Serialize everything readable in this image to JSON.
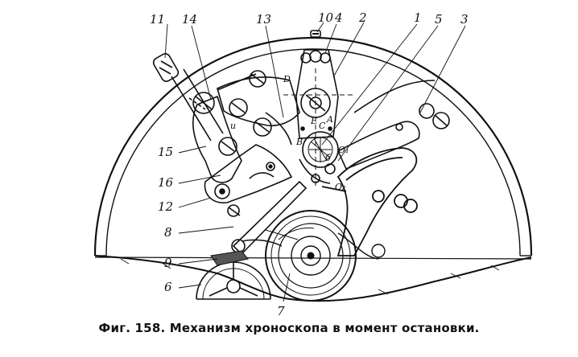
{
  "caption": "Фиг. 158. Механизм хроноскопа в момент остановки.",
  "labels": {
    "n1": "1",
    "n2": "2",
    "n3": "3",
    "n4": "4",
    "n5": "5",
    "n6": "6",
    "n7": "7",
    "n8": "8",
    "n9": "9",
    "n10": "10",
    "n11": "11",
    "n12": "12",
    "n13": "13",
    "n14": "14",
    "n15": "15",
    "n16": "16"
  },
  "letters": {
    "A": "A",
    "B": "B",
    "C": "C",
    "D": "D",
    "E": "E",
    "b": "б",
    "u": "u",
    "O1": "O₁",
    "O2": "O₂"
  }
}
